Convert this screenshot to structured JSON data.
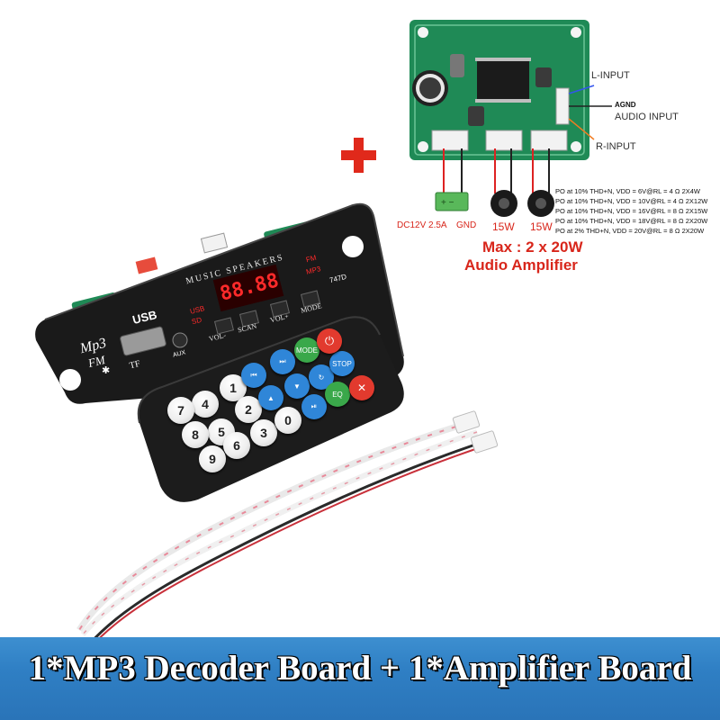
{
  "amplifier": {
    "labels": {
      "l_input": "L-INPUT",
      "agnd": "AGND",
      "audio_input": "AUDIO INPUT",
      "r_input": "R-INPUT",
      "power": "DC12V 2.5A",
      "gnd": "GND",
      "speaker_left": "15W",
      "speaker_right": "15W"
    },
    "specs": [
      "PO at 10% THD+N, VDD = 6V@RL = 4 Ω   2X4W",
      "PO at 10% THD+N, VDD = 10V@RL = 4 Ω   2X12W",
      "PO at 10% THD+N, VDD = 16V@RL = 8 Ω   2X15W",
      "PO at 10% THD+N, VDD = 18V@RL = 8 Ω   2X20W",
      "PO at 2% THD+N, VDD = 20V@RL = 8 Ω   2X20W"
    ],
    "headline": "Max : 2 x 20W",
    "subheadline": "Audio Amplifier"
  },
  "decoder": {
    "brand": "MUSIC SPEAKERS",
    "display": "88.88",
    "usb_label": "USB",
    "mode_labels": [
      "USB",
      "SD",
      "FM",
      "MP3"
    ],
    "logo_line1": "Mp3",
    "logo_line2": "FM",
    "tf_label": "TF",
    "aux_label": "AUX",
    "model": "747D",
    "buttons": [
      "VOL-",
      "SCAN",
      "VOL+",
      "MODE"
    ]
  },
  "remote": {
    "number_keys": [
      "4",
      "1",
      "7",
      "5",
      "2",
      "8",
      "6",
      "3",
      "9",
      "0"
    ],
    "color_keys": [
      "MODE",
      "STOP",
      "EQ"
    ]
  },
  "banner": {
    "text": "1*MP3 Decoder Board + 1*Amplifier Board"
  },
  "colors": {
    "banner_blue": "#2f7fc4",
    "plus_red": "#e0291b",
    "pcb_green": "#1f8a56",
    "display_red": "#ff2a2a",
    "headline_red": "#d8261b"
  }
}
